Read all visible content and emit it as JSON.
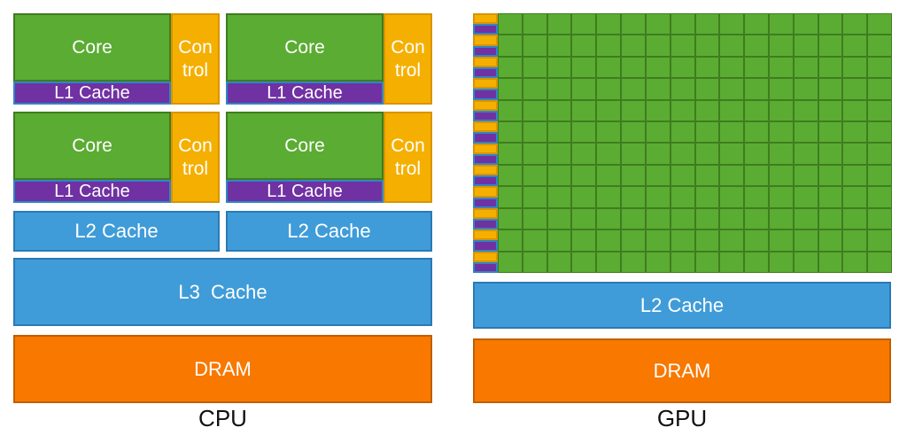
{
  "palette": {
    "core_green": "#5BAC32",
    "core_green_border": "#3F7D20",
    "control_amber": "#F5AF00",
    "control_amber_border": "#D99400",
    "l1_purple": "#7031A2",
    "l1_purple_border": "#2F86C4",
    "cache_blue": "#3F9CD8",
    "cache_blue_border": "#2B79B5",
    "dram_orange": "#F87800",
    "dram_orange_border": "#C05F00",
    "label_black": "#111111",
    "background": "#FFFFFF"
  },
  "cpu": {
    "label": "CPU",
    "core_label": "Core",
    "control_label": "Con\ntrol",
    "l1_label": "L1 Cache",
    "l2_label": "L2 Cache",
    "l3_label": "L3  Cache",
    "dram_label": "DRAM",
    "core_unit_count": 4,
    "l2_block_count": 2
  },
  "gpu": {
    "label": "GPU",
    "l2_label": "L2 Cache",
    "dram_label": "DRAM",
    "grid": {
      "rows": 12,
      "cols": 16
    }
  }
}
